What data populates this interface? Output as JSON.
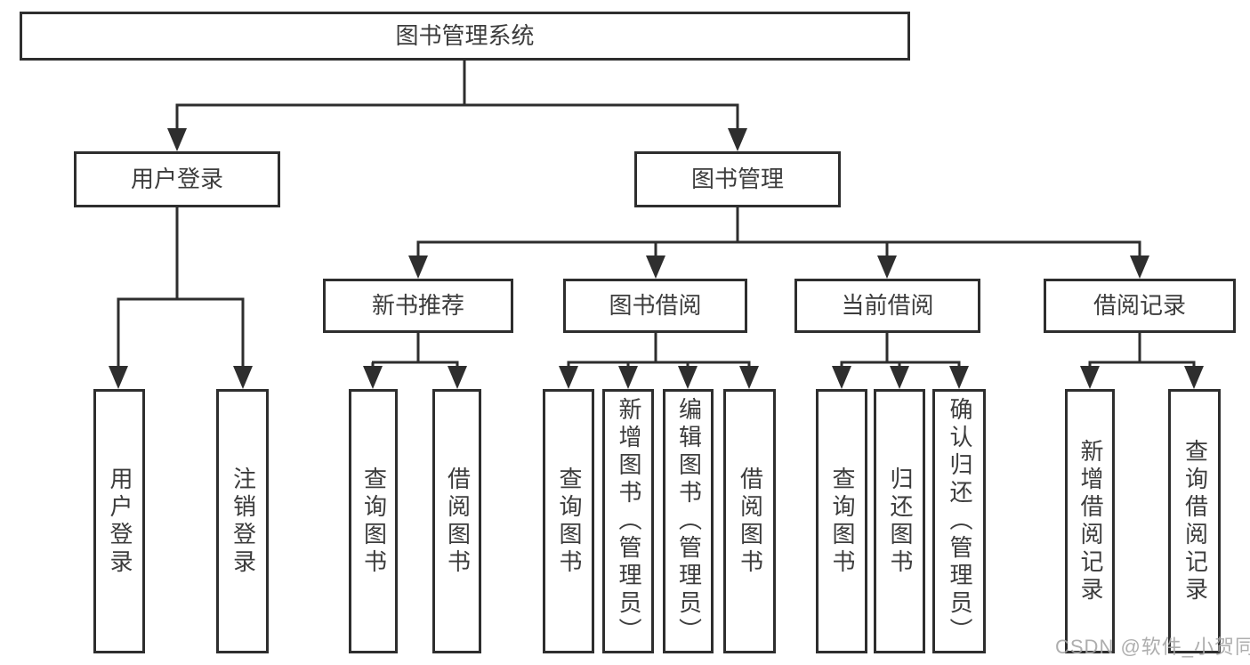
{
  "diagram": {
    "root": {
      "label": "图书管理系统"
    },
    "level2": [
      {
        "label": "用户登录",
        "children": [
          {
            "label": "用户登录"
          },
          {
            "label": "注销登录"
          }
        ]
      },
      {
        "label": "图书管理",
        "children": [
          {
            "label": "新书推荐",
            "children": [
              {
                "label": "查询图书"
              },
              {
                "label": "借阅图书"
              }
            ]
          },
          {
            "label": "图书借阅",
            "children": [
              {
                "label": "查询图书"
              },
              {
                "label": "新增图书（管理员）"
              },
              {
                "label": "编辑图书（管理员）"
              },
              {
                "label": "借阅图书"
              }
            ]
          },
          {
            "label": "当前借阅",
            "children": [
              {
                "label": "查询图书"
              },
              {
                "label": "归还图书"
              },
              {
                "label": "确认归还（管理员）"
              }
            ]
          },
          {
            "label": "借阅记录",
            "children": [
              {
                "label": "新增借阅记录"
              },
              {
                "label": "查询借阅记录"
              }
            ]
          }
        ]
      }
    ]
  },
  "watermark": {
    "text": "CSDN @软件_小贺同学"
  },
  "colors": {
    "line": "#2e2e2e",
    "text": "#3c3c3c",
    "background": "#ffffff",
    "watermark": "#a5a5a5"
  }
}
